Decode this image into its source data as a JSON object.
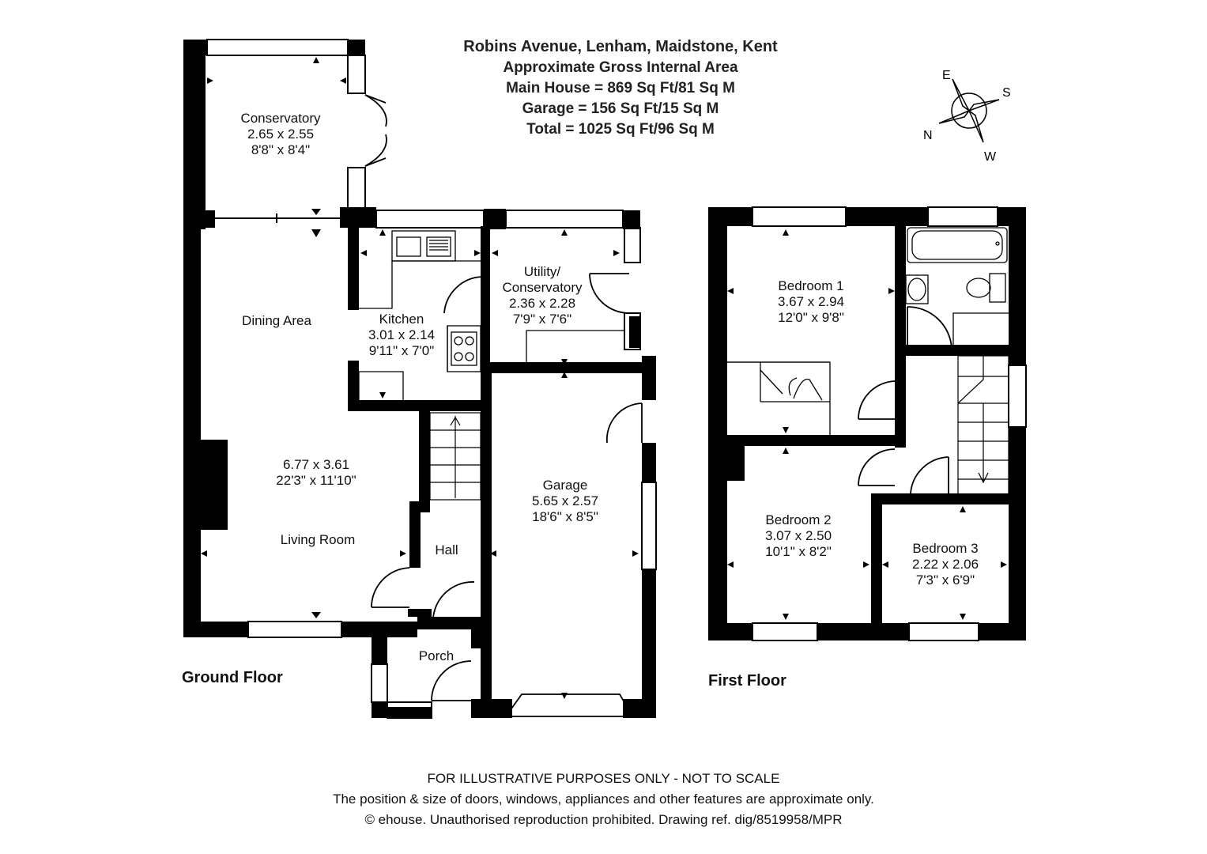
{
  "header": {
    "address": "Robins Avenue, Lenham, Maidstone, Kent",
    "subtitle": "Approximate Gross Internal Area",
    "main_house": "Main House = 869 Sq Ft/81 Sq M",
    "garage": "Garage = 156 Sq Ft/15 Sq M",
    "total": "Total = 1025 Sq Ft/96 Sq M"
  },
  "compass": {
    "e": "E",
    "s": "S",
    "n": "N",
    "w": "W"
  },
  "ground_floor": {
    "label": "Ground Floor",
    "rooms": {
      "conservatory": {
        "name": "Conservatory",
        "metric": "2.65 x 2.55",
        "imperial": "8'8\" x 8'4\""
      },
      "dining": {
        "name": "Dining Area"
      },
      "kitchen": {
        "name": "Kitchen",
        "metric": "3.01 x 2.14",
        "imperial": "9'11\" x 7'0\""
      },
      "utility": {
        "name_line1": "Utility/",
        "name_line2": "Conservatory",
        "metric": "2.36 x 2.28",
        "imperial": "7'9\" x 7'6\""
      },
      "living": {
        "name": "Living Room",
        "metric": "6.77 x 3.61",
        "imperial": "22'3\" x 11'10\""
      },
      "garage": {
        "name": "Garage",
        "metric": "5.65 x 2.57",
        "imperial": "18'6\" x 8'5\""
      },
      "hall": {
        "name": "Hall"
      },
      "porch": {
        "name": "Porch"
      }
    }
  },
  "first_floor": {
    "label": "First Floor",
    "rooms": {
      "bedroom1": {
        "name": "Bedroom 1",
        "metric": "3.67 x 2.94",
        "imperial": "12'0\" x 9'8\""
      },
      "bedroom2": {
        "name": "Bedroom 2",
        "metric": "3.07 x 2.50",
        "imperial": "10'1\" x 8'2\""
      },
      "bedroom3": {
        "name": "Bedroom 3",
        "metric": "2.22 x 2.06",
        "imperial": "7'3\" x 6'9\""
      }
    }
  },
  "footer": {
    "disclaimer": "FOR ILLUSTRATIVE PURPOSES ONLY - NOT TO SCALE",
    "note": "The position & size of doors, windows, appliances and other features are approximate only.",
    "copyright": "© ehouse. Unauthorised reproduction prohibited. Drawing ref. dig/8519958/MPR"
  }
}
